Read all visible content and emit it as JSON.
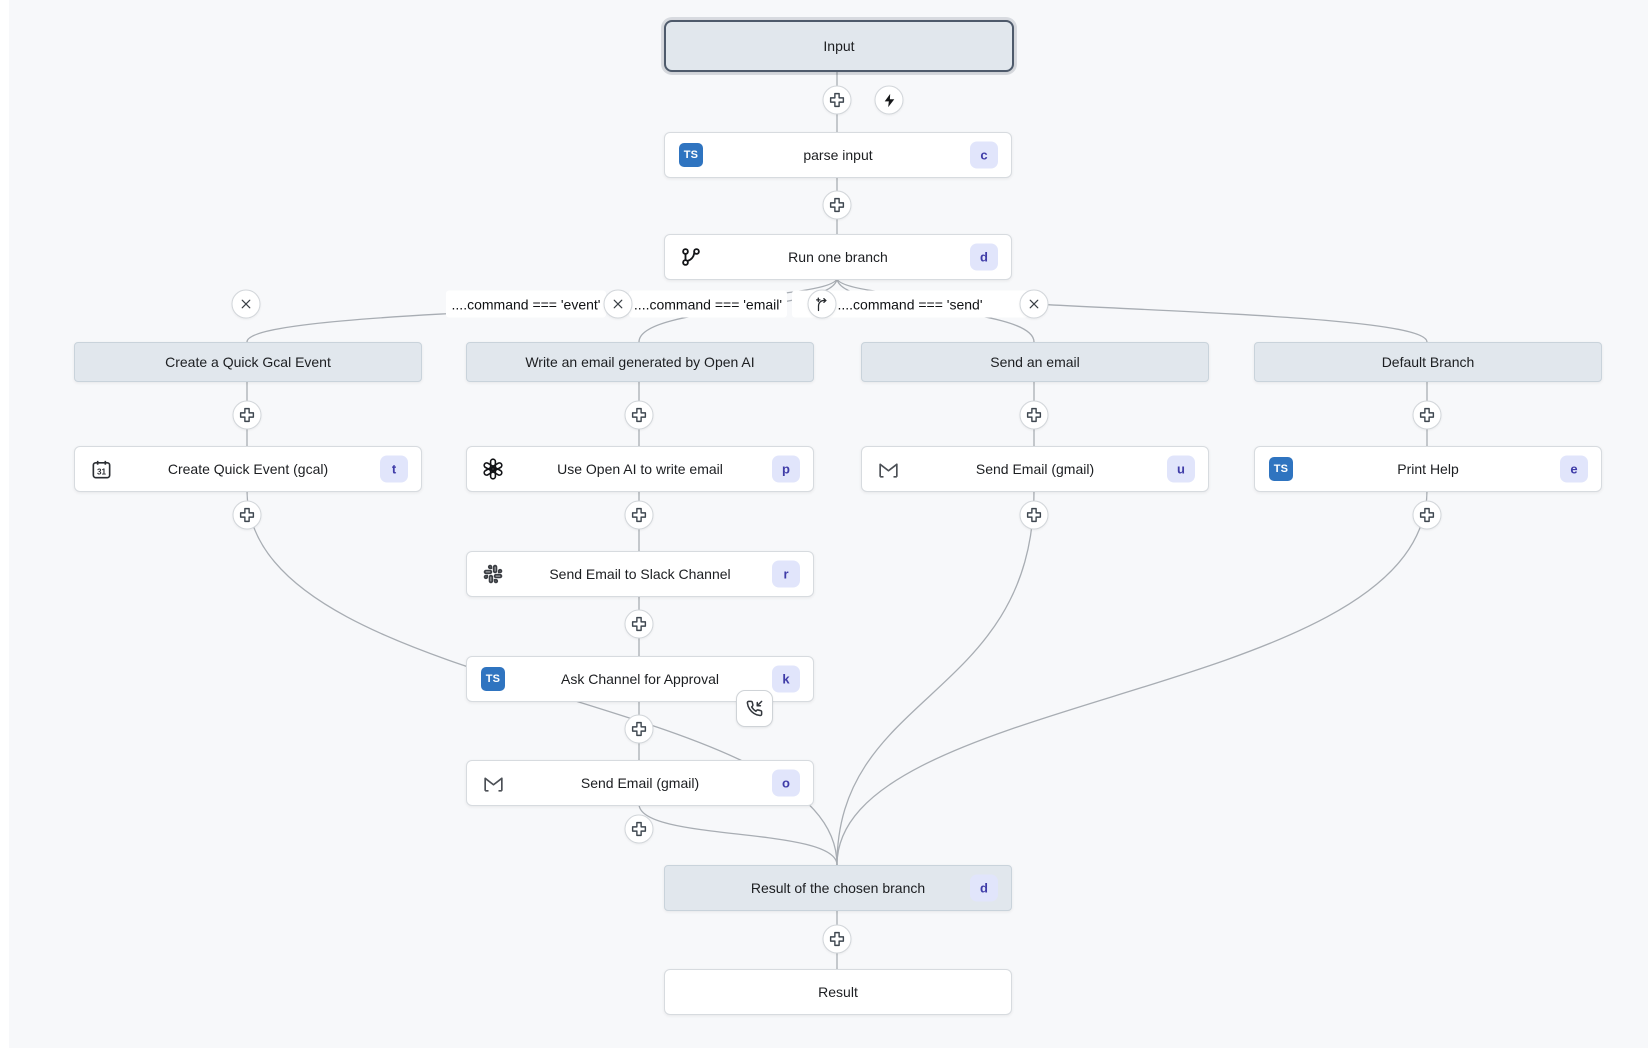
{
  "icons": {
    "ts_label": "TS",
    "calendar_day": "31"
  },
  "colors": {
    "canvas_bg": "#f7f8fa",
    "header_node_bg": "#e1e7ed",
    "badge_bg": "#e1e5fb",
    "badge_text": "#3f3ca8",
    "typescript_blue": "#2f74c0"
  },
  "nodes": {
    "input": {
      "label": "Input"
    },
    "parse_input": {
      "label": "parse input",
      "badge": "c"
    },
    "run_one_branch": {
      "label": "Run one branch",
      "badge": "d"
    },
    "result_branch": {
      "label": "Result of the chosen branch",
      "badge": "d"
    },
    "result": {
      "label": "Result"
    }
  },
  "conditions": [
    {
      "label": "....command === 'event'"
    },
    {
      "label": "....command === 'email'"
    },
    {
      "label": "....command === 'send'"
    }
  ],
  "branches": [
    {
      "header": "Create a Quick Gcal Event",
      "steps": [
        {
          "label": "Create Quick Event (gcal)",
          "badge": "t"
        }
      ]
    },
    {
      "header": "Write an email generated by Open AI",
      "steps": [
        {
          "label": "Use Open AI to write email",
          "badge": "p"
        },
        {
          "label": "Send Email to Slack Channel",
          "badge": "r"
        },
        {
          "label": "Ask Channel for Approval",
          "badge": "k"
        },
        {
          "label": "Send Email (gmail)",
          "badge": "o"
        }
      ]
    },
    {
      "header": "Send an email",
      "steps": [
        {
          "label": "Send Email (gmail)",
          "badge": "u"
        }
      ]
    },
    {
      "header": "Default Branch",
      "steps": [
        {
          "label": "Print Help",
          "badge": "e"
        }
      ]
    }
  ]
}
